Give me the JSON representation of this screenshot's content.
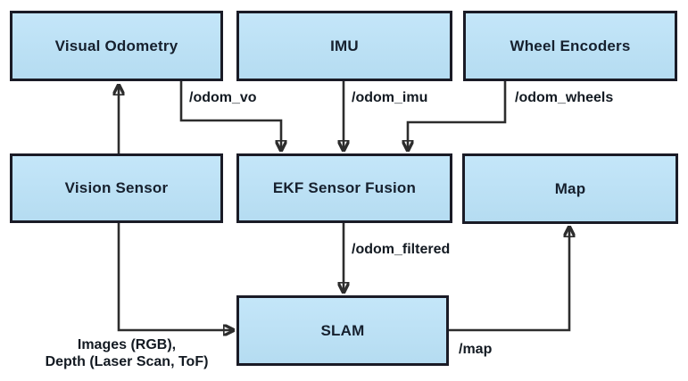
{
  "diagram": {
    "type": "flowchart",
    "background": "#ffffff",
    "colors": {
      "node_fill": "#b9dff4",
      "node_border": "#1a1b26",
      "node_text": "#16202e",
      "edge_line": "#2d2d2d",
      "edge_label_text": "#131a22"
    },
    "nodes": {
      "visual_odometry": "Visual Odometry",
      "imu": "IMU",
      "wheel_encoders": "Wheel Encoders",
      "vision_sensor": "Vision Sensor",
      "ekf_sensor_fusion": "EKF Sensor Fusion",
      "map": "Map",
      "slam": "SLAM"
    },
    "edge_labels": {
      "odom_vo": "/odom_vo",
      "odom_imu": "/odom_imu",
      "odom_wheels": "/odom_wheels",
      "odom_filtered": "/odom_filtered",
      "map": "/map",
      "vision_to_slam_line1": "Images (RGB),",
      "vision_to_slam_line2": "Depth (Laser Scan, ToF)"
    },
    "edges": [
      {
        "from": "vision_sensor",
        "to": "visual_odometry",
        "label": ""
      },
      {
        "from": "visual_odometry",
        "to": "ekf_sensor_fusion",
        "label": "/odom_vo"
      },
      {
        "from": "imu",
        "to": "ekf_sensor_fusion",
        "label": "/odom_imu"
      },
      {
        "from": "wheel_encoders",
        "to": "ekf_sensor_fusion",
        "label": "/odom_wheels"
      },
      {
        "from": "ekf_sensor_fusion",
        "to": "slam",
        "label": "/odom_filtered"
      },
      {
        "from": "vision_sensor",
        "to": "slam",
        "label": "Images (RGB), Depth (Laser Scan, ToF)"
      },
      {
        "from": "slam",
        "to": "map",
        "label": "/map"
      }
    ]
  }
}
